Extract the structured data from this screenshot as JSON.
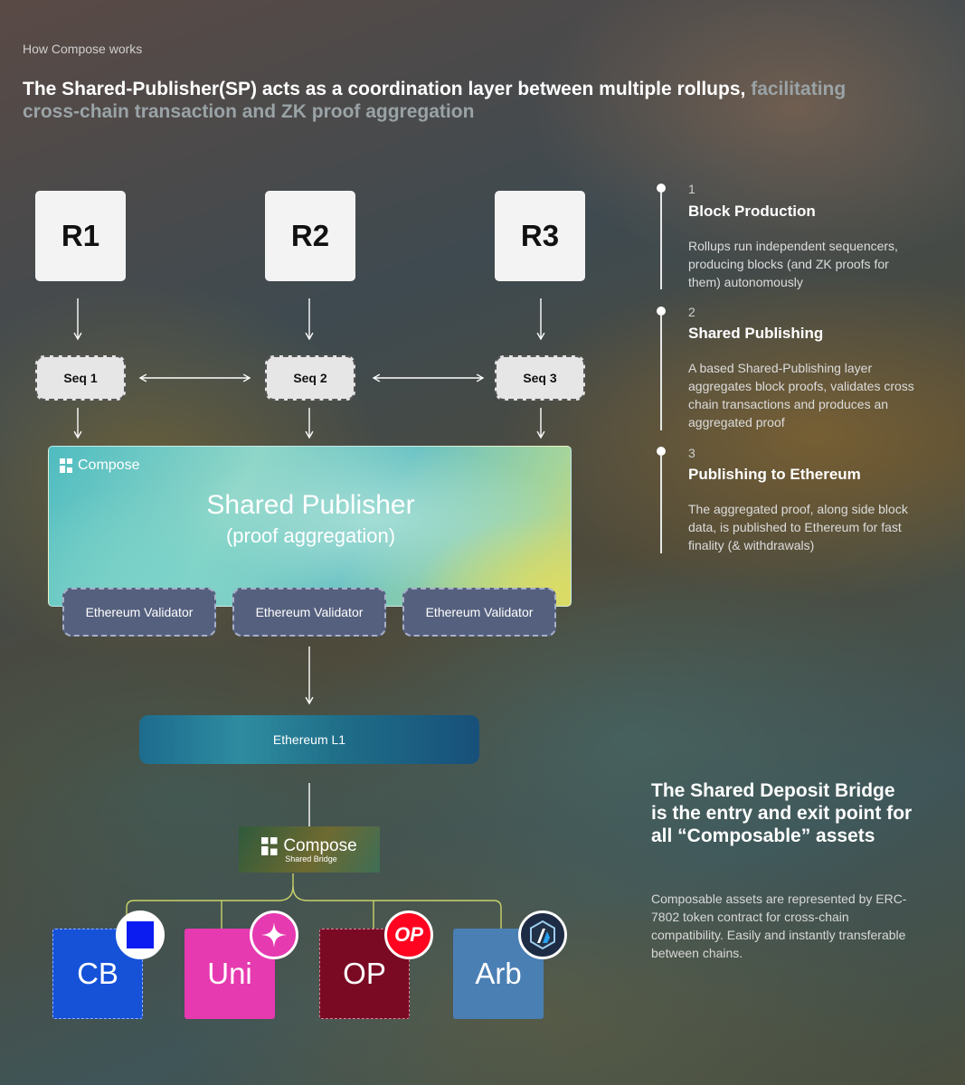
{
  "header": {
    "eyebrow": "How Compose works",
    "headline_main": "The Shared-Publisher(SP) acts as a coordination layer between multiple rollups, ",
    "headline_dim": "facilitating cross-chain transaction and ZK proof aggregation"
  },
  "rollups": [
    "R1",
    "R2",
    "R3"
  ],
  "sequencers": [
    "Seq 1",
    "Seq 2",
    "Seq 3"
  ],
  "shared_publisher": {
    "brand": "Compose",
    "title": "Shared Publisher",
    "subtitle": "(proof aggregation)",
    "validators": [
      "Ethereum Validator",
      "Ethereum Validator",
      "Ethereum Validator"
    ]
  },
  "l1": {
    "label": "Ethereum L1"
  },
  "bridge": {
    "brand": "Compose",
    "sub": "Shared Bridge"
  },
  "chains": [
    {
      "label": "CB",
      "color": "#1552d8",
      "badge": "square-icon"
    },
    {
      "label": "Uni",
      "color": "#e63ab0",
      "badge": "sparkle-icon"
    },
    {
      "label": "OP",
      "color": "#7a0a24",
      "badge": "op-icon",
      "badge_text": "OP"
    },
    {
      "label": "Arb",
      "color": "#4a7fb4",
      "badge": "arbitrum-icon"
    }
  ],
  "steps": [
    {
      "num": "1",
      "title": "Block Production",
      "desc": "Rollups run independent sequencers, producing blocks (and ZK proofs for them) autonomously"
    },
    {
      "num": "2",
      "title": "Shared Publishing",
      "desc": "A based Shared-Publishing layer aggregates block proofs, validates cross chain transactions and produces an aggregated proof"
    },
    {
      "num": "3",
      "title": "Publishing to Ethereum",
      "desc": "The aggregated proof, along side block data, is published to Ethereum for fast finality (& withdrawals)"
    }
  ],
  "deposit_bridge": {
    "heading": "The Shared Deposit Bridge is the entry and exit point for all “Composable” assets",
    "desc": "Composable assets are represented by ERC-7802 token contract for cross-chain compatibility. Easily and instantly transferable between chains."
  }
}
